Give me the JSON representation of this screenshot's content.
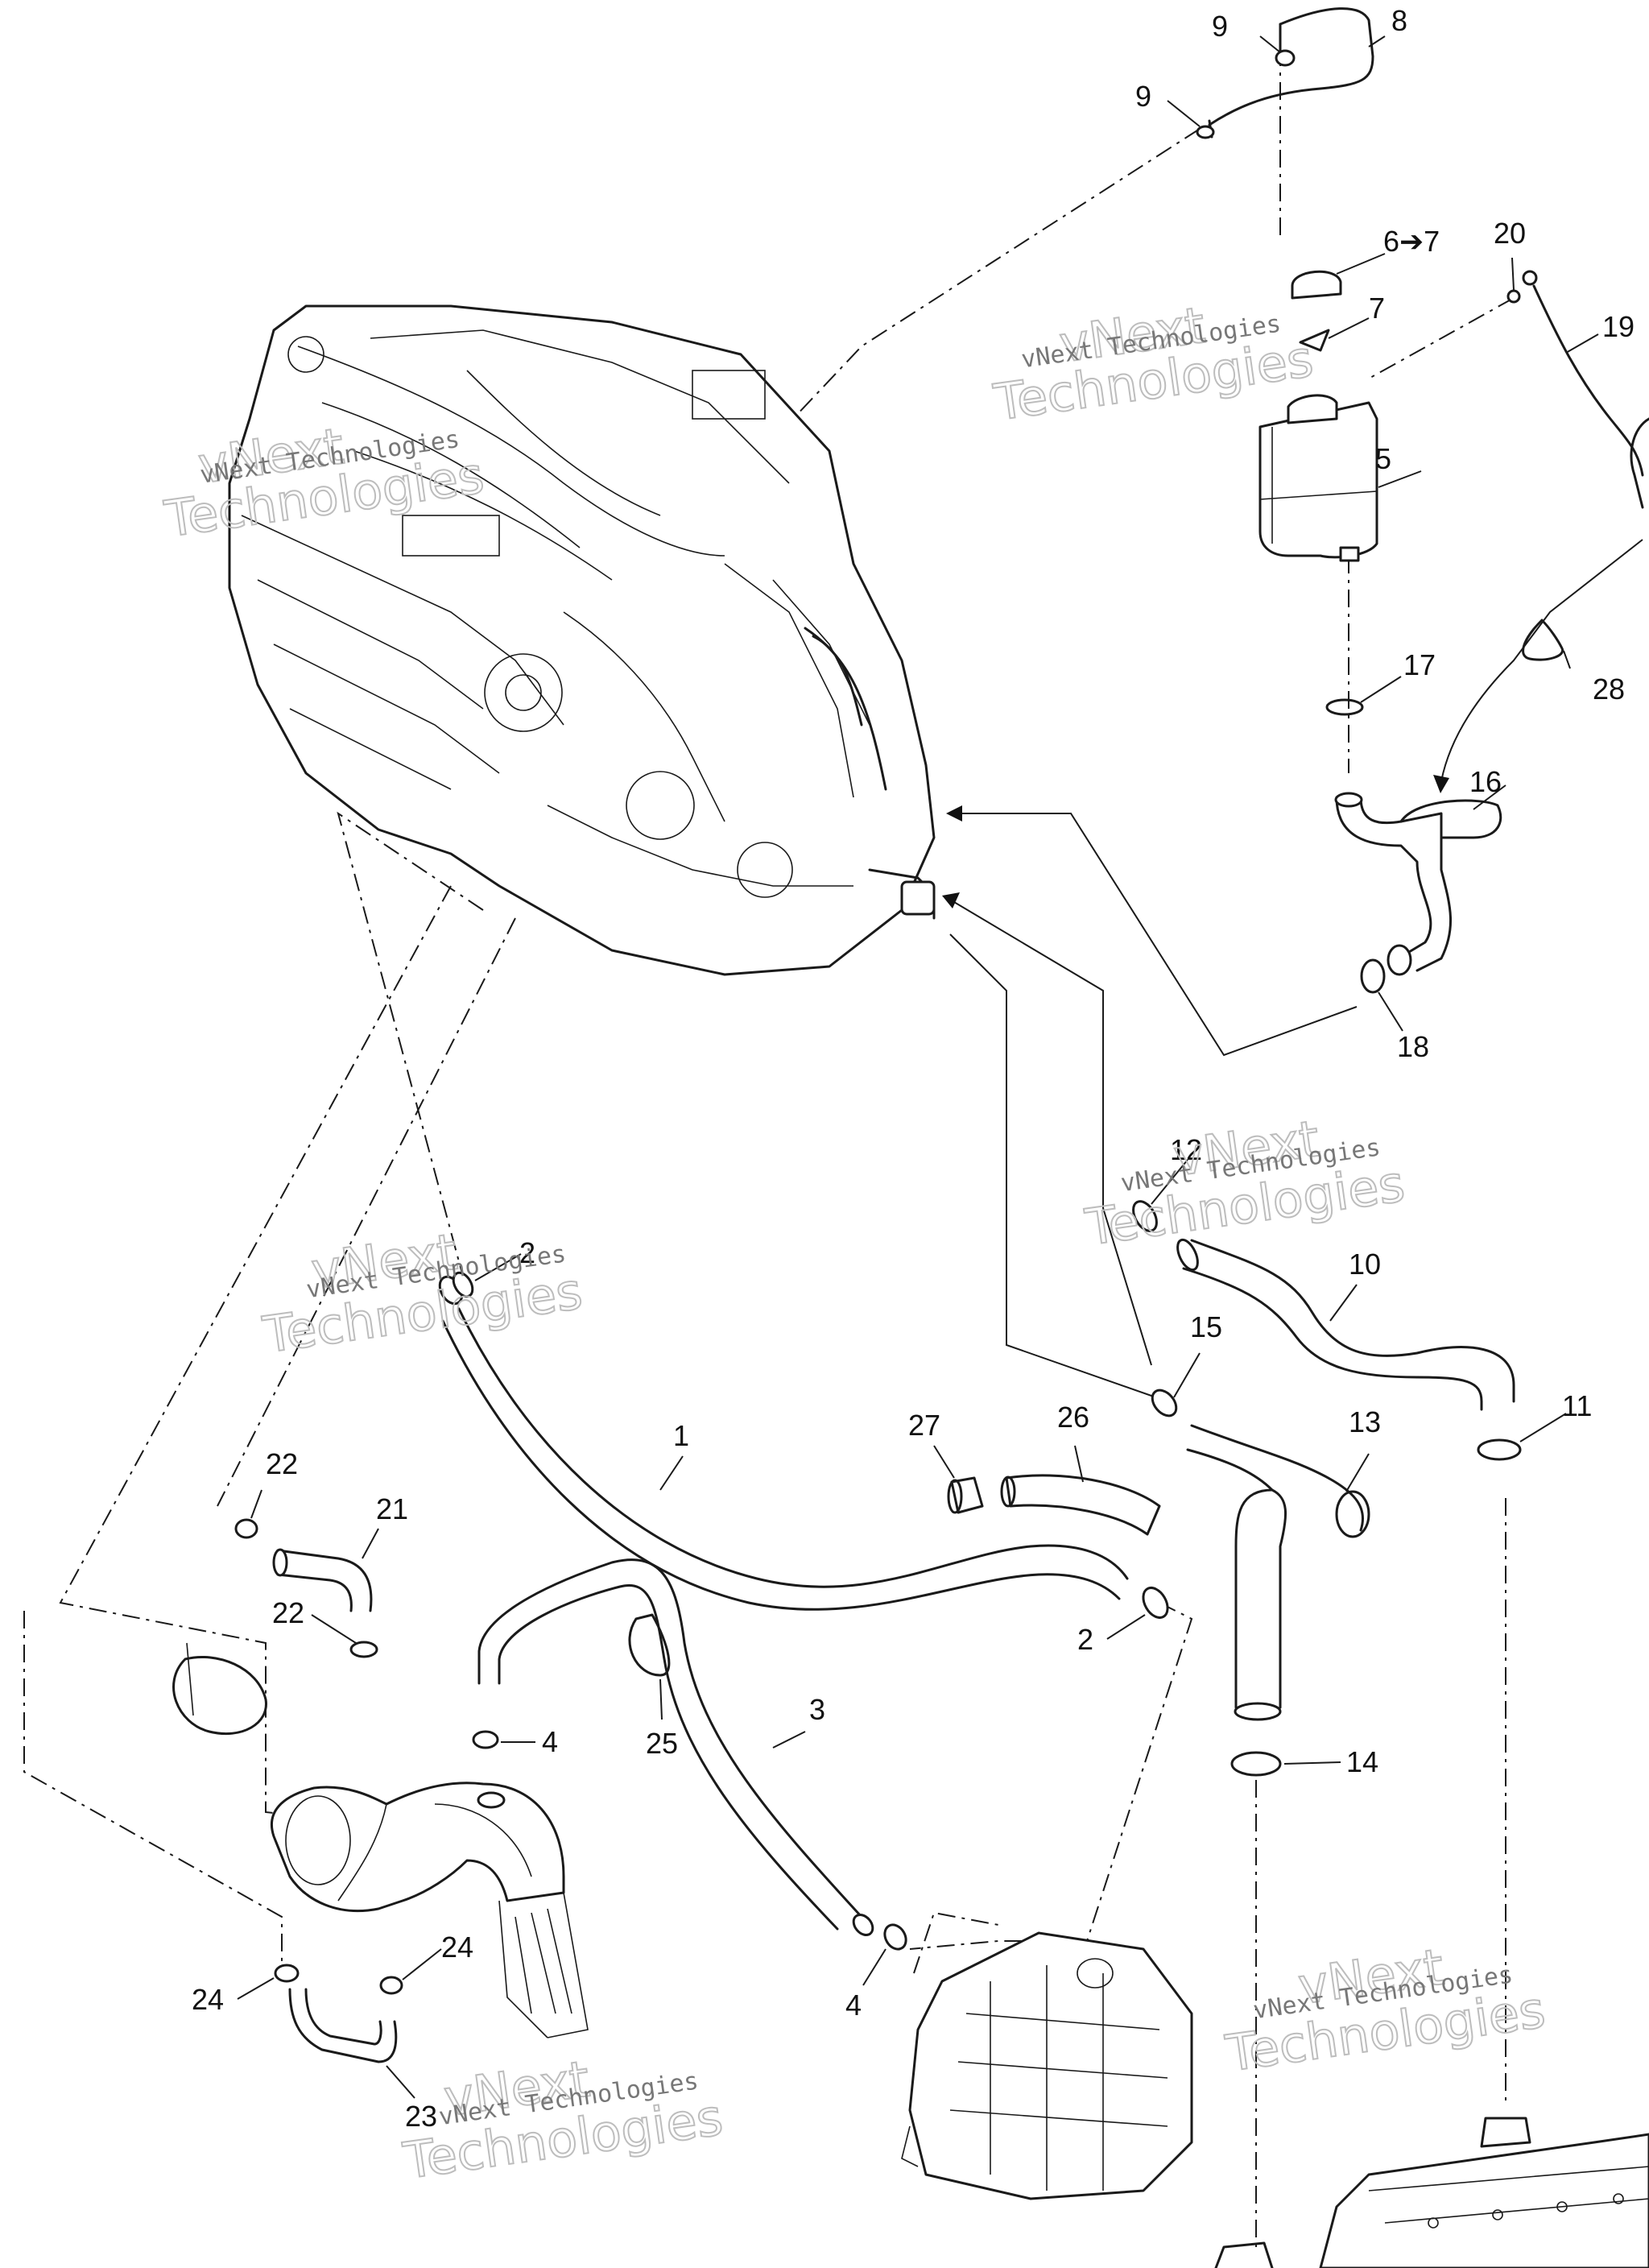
{
  "labels": {
    "l1": "1",
    "l2a": "2",
    "l2b": "2",
    "l3": "3",
    "l4a": "4",
    "l4b": "4",
    "l5": "5",
    "l6": "6➔7",
    "l7": "7",
    "l8": "8",
    "l9a": "9",
    "l9b": "9",
    "l10": "10",
    "l11": "11",
    "l12": "12",
    "l13": "13",
    "l14": "14",
    "l15": "15",
    "l16": "16",
    "l17": "17",
    "l18": "18",
    "l19": "19",
    "l20": "20",
    "l21": "21",
    "l22a": "22",
    "l22b": "22",
    "l23": "23",
    "l24a": "24",
    "l24b": "24",
    "l25": "25",
    "l26": "26",
    "l27": "27",
    "l28": "28"
  },
  "watermark": {
    "line1": "vNext Technologies",
    "top": "vNext",
    "bottom": "Technologies"
  }
}
